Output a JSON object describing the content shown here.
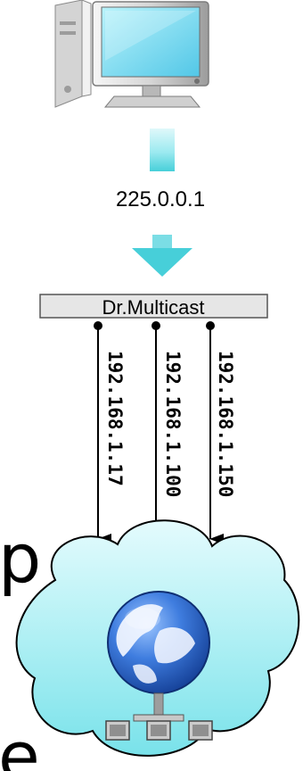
{
  "multicast_address": "225.0.0.1",
  "proxy_label": "Dr.Multicast",
  "unicast_addresses": [
    "192.168.1.17",
    "192.168.1.100",
    "192.168.1.150"
  ],
  "edge_text": {
    "top": "p",
    "bottom": "e"
  },
  "icons": {
    "source": "desktop-computer-icon",
    "cloud": "network-cloud-icon",
    "globe": "globe-network-icon"
  },
  "colors": {
    "stream_arrow": "#5fd8e0",
    "proxy_fill": "#e6e6e6",
    "cloud_fill": "#a8eef2",
    "globe": "#2b5fb8",
    "link_line": "#000000"
  }
}
